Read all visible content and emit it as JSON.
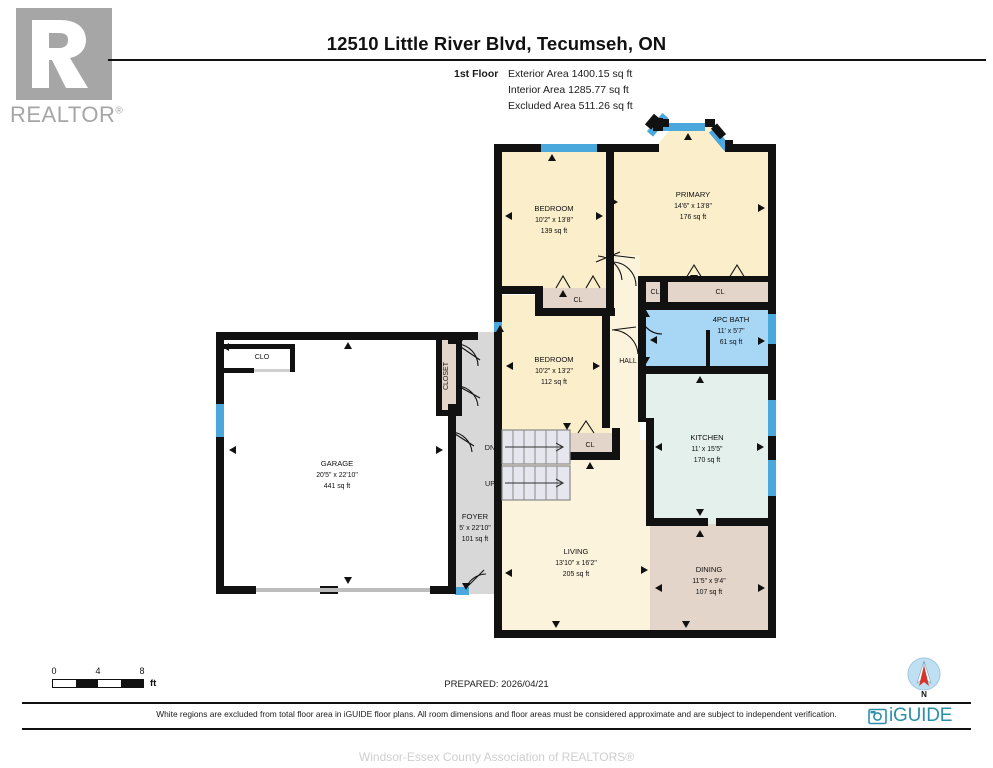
{
  "logo": {
    "realtor_word": "REALTOR",
    "realtor_mark": "®",
    "name": "realtor-logo"
  },
  "header": {
    "title": "12510 Little River Blvd, Tecumseh, ON",
    "floor_label": "1st Floor",
    "areas": [
      "Exterior Area 1400.15 sq ft",
      "Interior Area 1285.77 sq ft",
      "Excluded Area 511.26 sq ft"
    ],
    "exterior_area": "Exterior Area 1400.15 sq ft",
    "interior_area": "Interior Area 1285.77 sq ft",
    "excluded_area": "Excluded Area 511.26 sq ft"
  },
  "rooms": [
    {
      "id": "bedroom-1",
      "name": "BEDROOM",
      "dimensions": "10'2\" x 13'8\"",
      "area": "139 sq ft",
      "fill": "#fbeecb"
    },
    {
      "id": "primary",
      "name": "PRIMARY",
      "dimensions": "14'6\" x 13'8\"",
      "area": "176 sq ft",
      "fill": "#fbeecb"
    },
    {
      "id": "bedroom-2",
      "name": "BEDROOM",
      "dimensions": "10'2\" x 13'2\"",
      "area": "112 sq ft",
      "fill": "#fbeecb"
    },
    {
      "id": "bath",
      "name": "4PC BATH",
      "dimensions": "11' x 5'7\"",
      "area": "61 sq ft",
      "fill": "#a8d6f5"
    },
    {
      "id": "kitchen",
      "name": "KITCHEN",
      "dimensions": "11' x 15'5\"",
      "area": "170 sq ft",
      "fill": "#e4f0ec"
    },
    {
      "id": "living",
      "name": "LIVING",
      "dimensions": "13'10\" x 16'2\"",
      "area": "205 sq ft",
      "fill": "#fbf3dc"
    },
    {
      "id": "dining",
      "name": "DINING",
      "dimensions": "11'5\" x 9'4\"",
      "area": "107 sq ft",
      "fill": "#e3d5ca"
    },
    {
      "id": "garage",
      "name": "GARAGE",
      "dimensions": "20'5\" x 22'10\"",
      "area": "441 sq ft",
      "fill": "#ffffff"
    },
    {
      "id": "foyer",
      "name": "FOYER",
      "dimensions": "5' x 22'10\"",
      "area": "101 sq ft",
      "fill": "#d8d8d8"
    }
  ],
  "labels": {
    "hall": "HALL",
    "closet_vertical": "CLOSET",
    "clo": "CLO",
    "cl": "CL",
    "stairs_down": "DN",
    "stairs_up": "UP"
  },
  "scale": {
    "ticks": [
      "0",
      "4",
      "8"
    ],
    "unit": "ft"
  },
  "prepared": "PREPARED: 2026/04/21",
  "compass": {
    "north_label": "N"
  },
  "iguide": {
    "word": "iGUIDE"
  },
  "footer": {
    "disclaimer": "White regions are excluded from total floor area in iGUIDE floor plans. All room dimensions and floor areas must be considered approximate and are subject to independent verification.",
    "watermark": "Windsor-Essex County Association of REALTORS®"
  },
  "colors": {
    "wall": "#111111",
    "window": "#4aa8dc",
    "bedroom_fill": "#fbeecb",
    "bath_fill": "#a8d6f5",
    "kitchen_fill": "#e4f0ec",
    "living_fill": "#fbf3dc",
    "dining_fill": "#e3d5ca",
    "closet_fill": "#e3d5ca",
    "foyer_fill": "#d8d8d8",
    "excluded_fill": "#ffffff",
    "logo_gray": "#a6a6a6",
    "iguide_teal": "#2b90a8",
    "watermark_gray": "#cfcfcf"
  }
}
